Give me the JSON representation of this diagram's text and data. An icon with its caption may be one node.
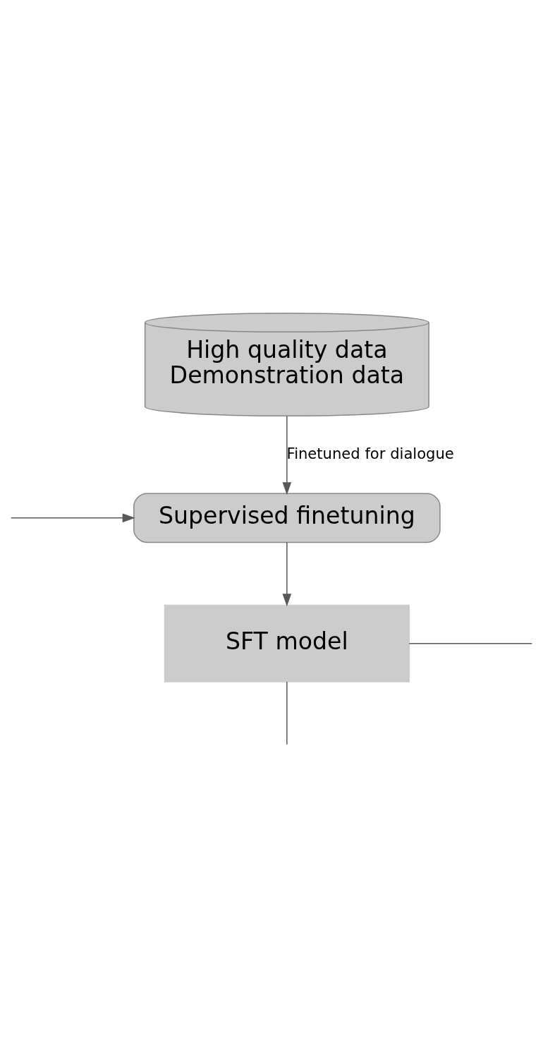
{
  "diagram": {
    "nodes": [
      {
        "text": [
          "High quality data",
          "Demonstration data"
        ]
      },
      {
        "text": [
          "Supervised finetuning"
        ]
      },
      {
        "text": [
          "SFT model"
        ]
      }
    ],
    "edges": [
      {
        "from": 0,
        "to": 1,
        "arrow": "to",
        "label": "Finetuned for dialogue"
      },
      {
        "from": null,
        "to": 1,
        "arrow": "to"
      },
      {
        "from": 1,
        "to": 2,
        "arrow": "to"
      },
      {
        "from": 2,
        "to": null,
        "arrow": "none"
      },
      {
        "from": 2,
        "to": null,
        "arrow": "none"
      }
    ]
  }
}
